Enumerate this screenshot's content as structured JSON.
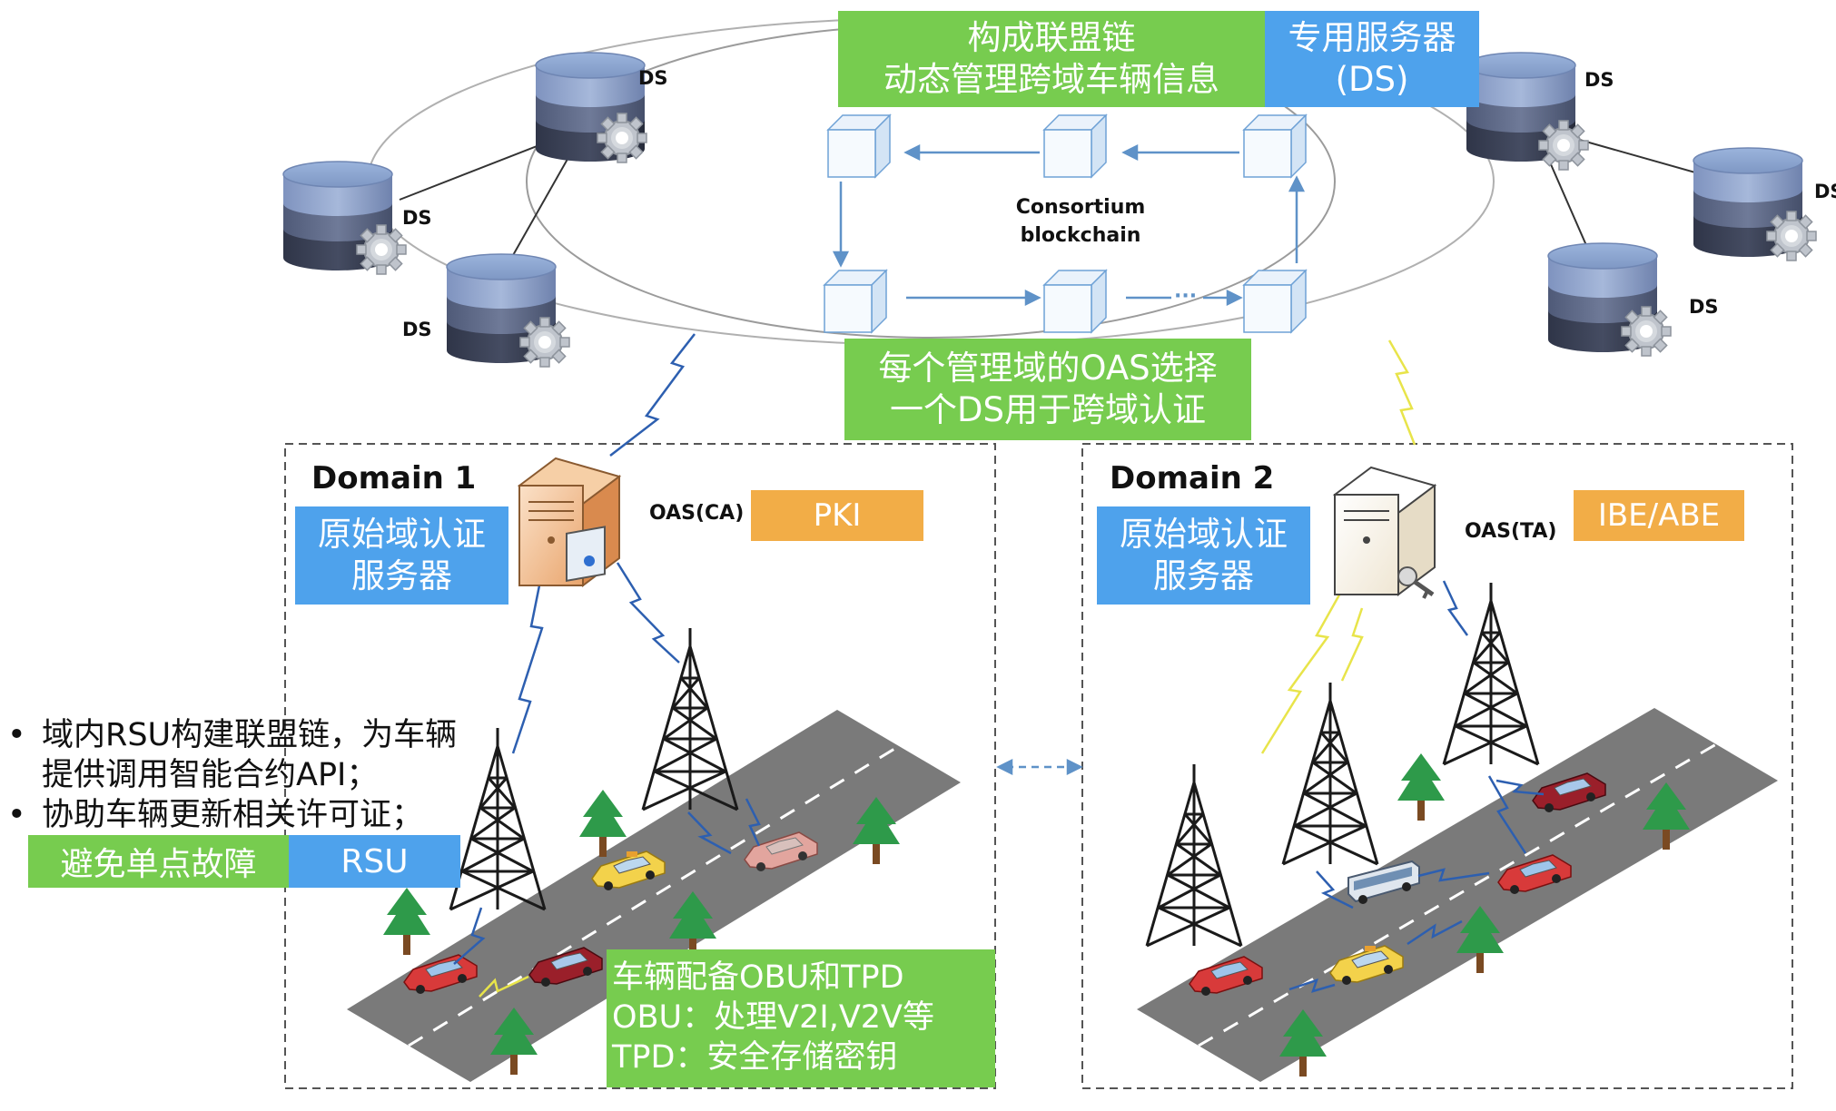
{
  "top": {
    "consortium_box": [
      "构成联盟链",
      "动态管理跨域车辆信息"
    ],
    "ds_box": [
      "专用服务器",
      "(DS)"
    ],
    "select_box": [
      "每个管理域的OAS选择",
      "一个DS用于跨域认证"
    ]
  },
  "ds_label": "DS",
  "blockchain_label": [
    "Consortium",
    "blockchain"
  ],
  "domain1": {
    "title": "Domain 1",
    "auth_server": [
      "原始域认证",
      "服务器"
    ],
    "oas_label": "OAS(CA)",
    "scheme": "PKI"
  },
  "domain2": {
    "title": "Domain 2",
    "auth_server": [
      "原始域认证",
      "服务器"
    ],
    "oas_label": "OAS(TA)",
    "scheme": "IBE/ABE"
  },
  "rsu_notes": {
    "bullets": [
      "域内RSU构建联盟链，为车辆提供调用智能合约API；",
      "协助车辆更新相关许可证；"
    ],
    "avoid": "避免单点故障",
    "rsu": "RSU"
  },
  "vehicle_box": [
    "车辆配备OBU和TPD",
    "OBU：处理V2I,V2V等",
    "TPD：安全存储密钥"
  ],
  "colors": {
    "green": "#77cc4f",
    "blue": "#4ea2ec",
    "orange": "#f2ad47",
    "lightning_blue": "#2d5fb0",
    "lightning_yellow": "#e8e44a"
  }
}
